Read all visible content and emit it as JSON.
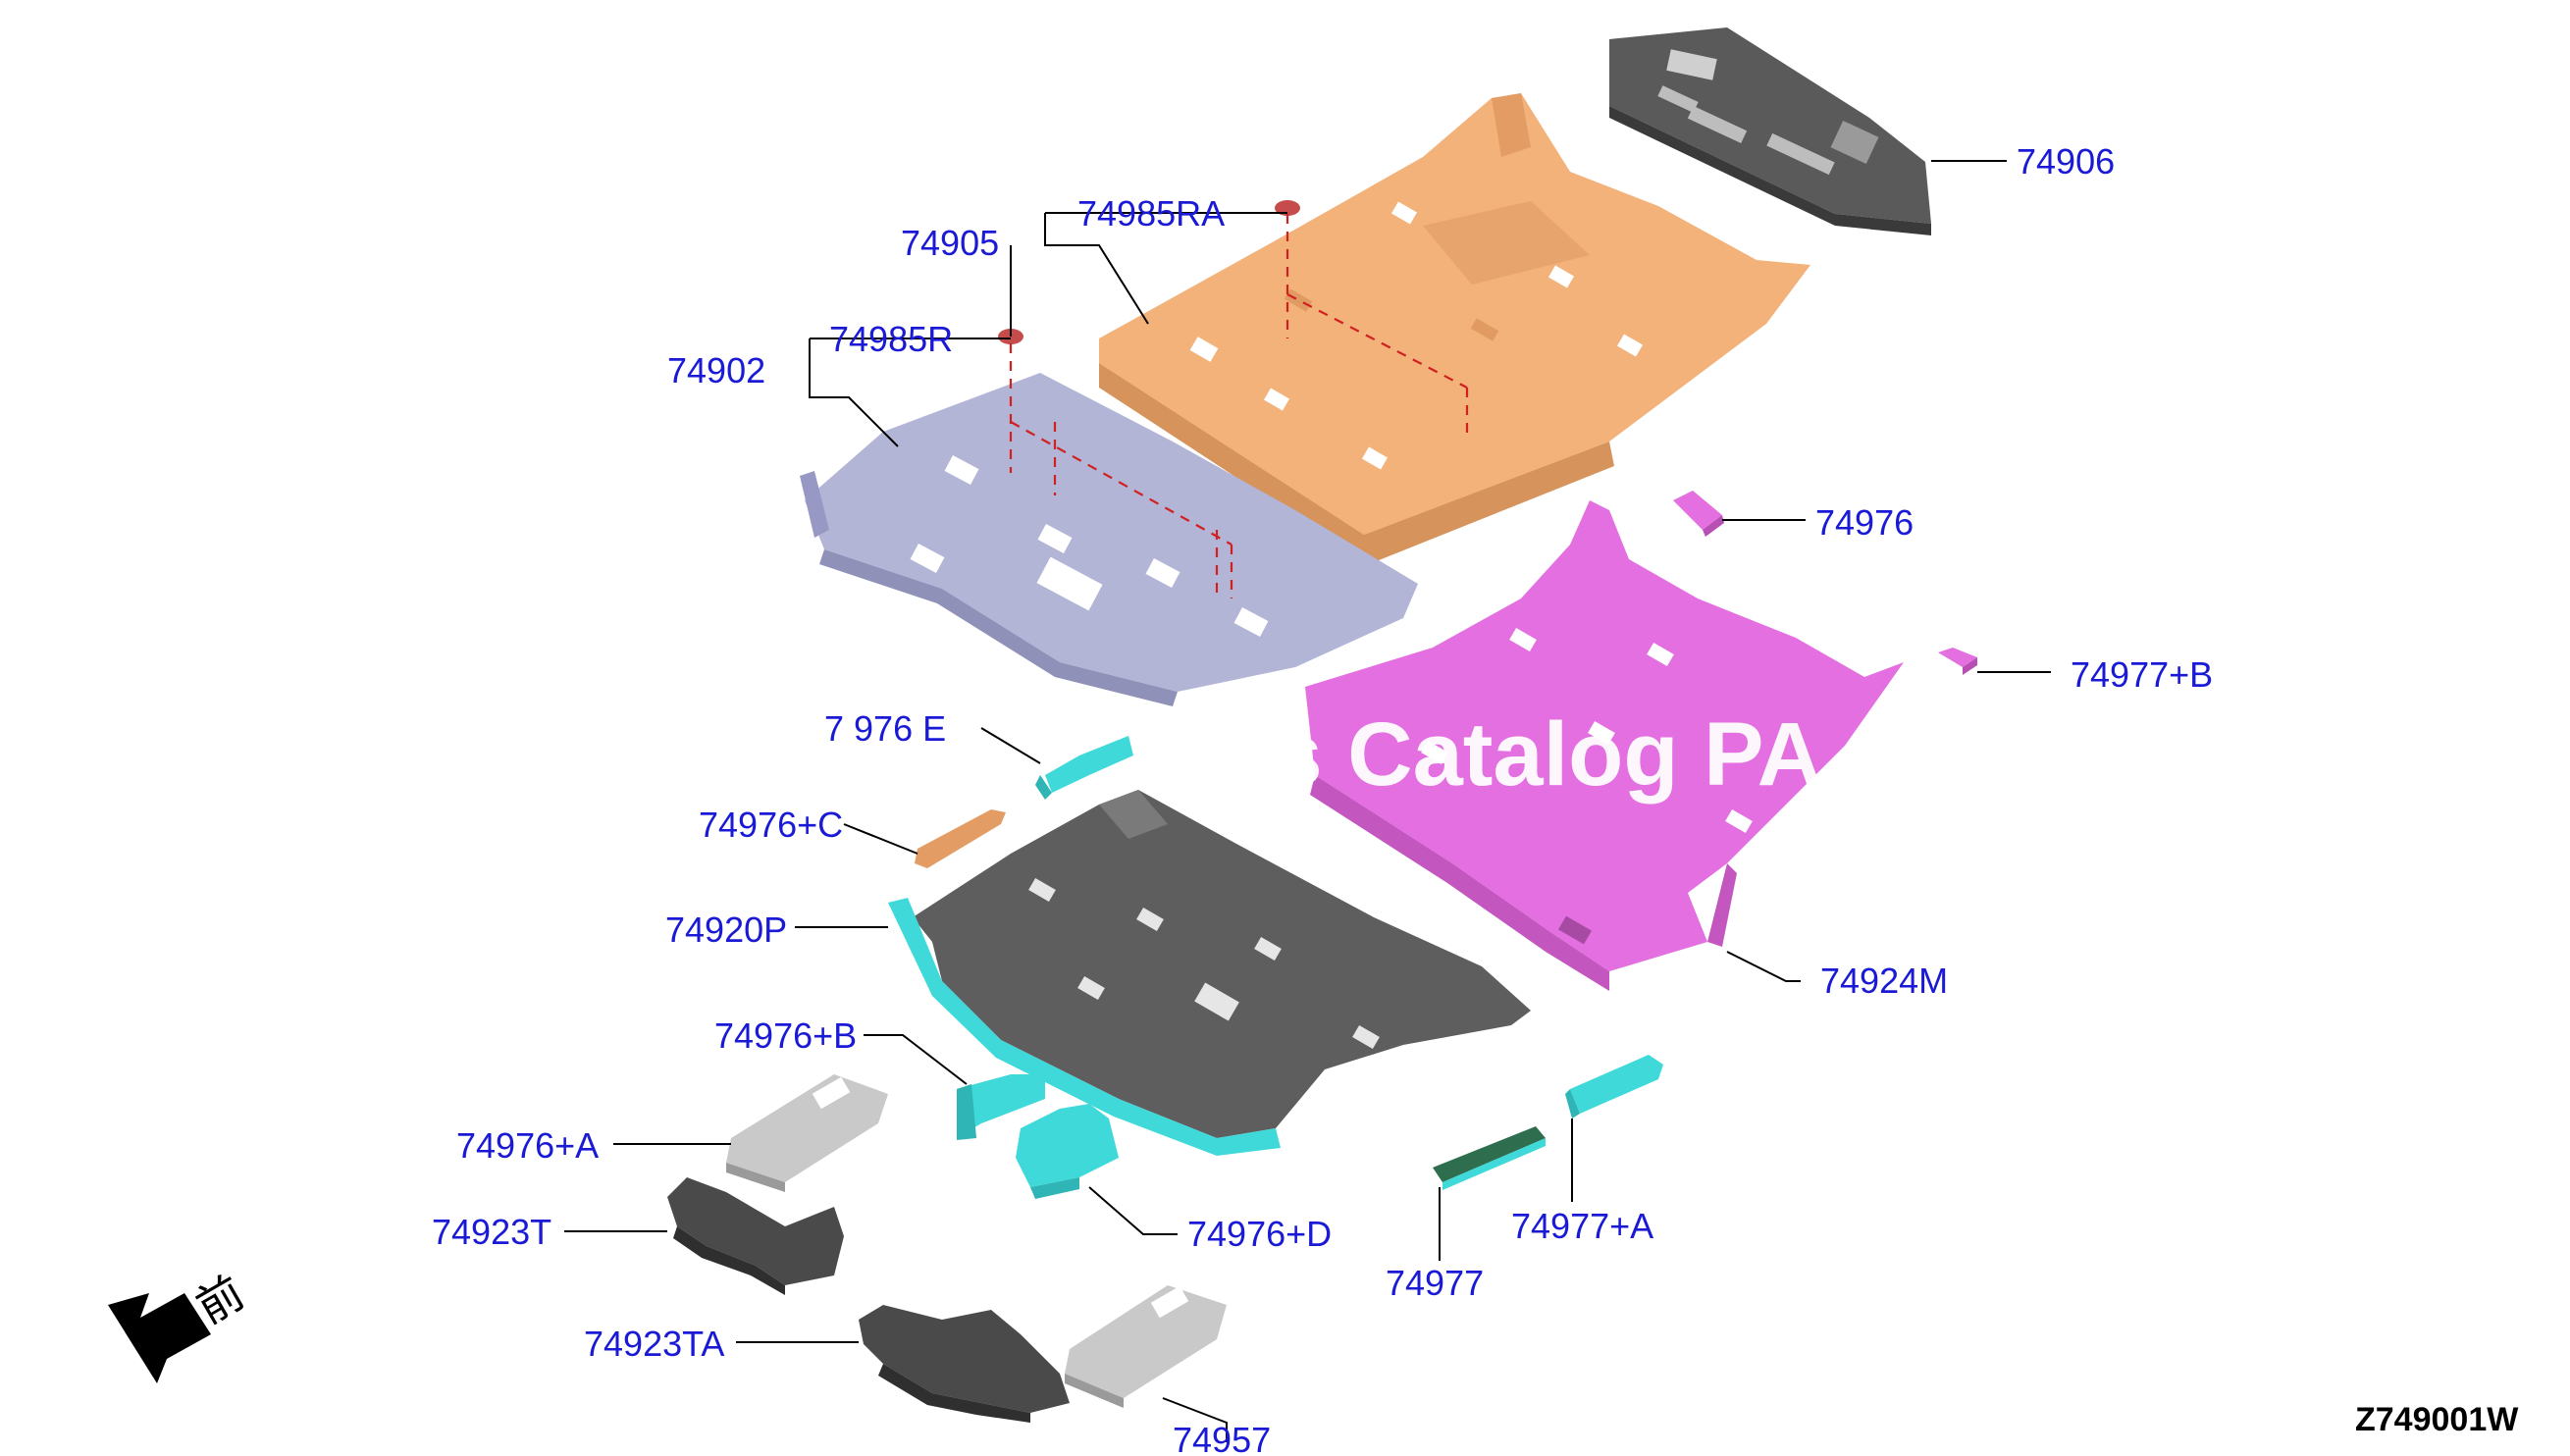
{
  "diagram_code": "Z749001W",
  "watermark": "rts Catalog PA",
  "front_label": "前",
  "labels": {
    "p74906": "74906",
    "p74905": "74905",
    "p74985RA": "74985RA",
    "p74902": "74902",
    "p74985R": "74985R",
    "p74976": "74976",
    "p74977B": "74977+B",
    "p74976E": "7 976 E",
    "p74976C": "74976+C",
    "p74920P": "74920P",
    "p74924M": "74924M",
    "p74976B": "74976+B",
    "p74976A": "74976+A",
    "p74923T": "74923T",
    "p74923TA": "74923TA",
    "p74957": "74957",
    "p74976D": "74976+D",
    "p74977": "74977",
    "p74977A": "74977+A"
  },
  "colors": {
    "label": "#1a1ad6",
    "orange_mat": "#f2b27a",
    "violet_mat": "#b3b5d6",
    "magenta_mat": "#e36fe0",
    "gray_mat": "#5e5e5e",
    "cyan_trim": "#3fd9d9",
    "fastener": "#c64b4b"
  }
}
